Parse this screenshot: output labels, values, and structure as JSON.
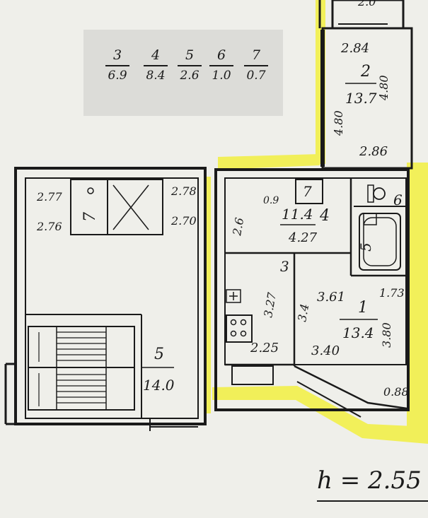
{
  "legend": [
    {
      "room": "3",
      "value": "6.9"
    },
    {
      "room": "4",
      "value": "8.4"
    },
    {
      "room": "5",
      "value": "2.6"
    },
    {
      "room": "6",
      "value": "1.0"
    },
    {
      "room": "7",
      "value": "0.7"
    }
  ],
  "rooms": {
    "room1": {
      "number": "1",
      "area": "13.4"
    },
    "room2": {
      "number": "2",
      "area": "13.7"
    },
    "room3": {
      "number": "3"
    },
    "room4": {
      "number": "4",
      "area": "11.4"
    },
    "room5": {
      "number": "5"
    },
    "room6": {
      "number": "6"
    },
    "room7": {
      "number": "7"
    },
    "stair": {
      "number": "5",
      "area": "14.0"
    }
  },
  "dimensions": {
    "top_room": "2.0",
    "r2_top": "2.84",
    "r2_left": "4.80",
    "r2_right": "4.80",
    "r2_bottom": "2.86",
    "lift_tl": "2.77",
    "lift_bl": "2.76",
    "lift_tr": "2.78",
    "lift_br": "2.70",
    "hall_left": "2.6",
    "hall_a": "0.9",
    "hall_b": "4.27",
    "kitchen_side": "3.27",
    "kitchen_bottom": "2.25",
    "r1_a": "3.61",
    "r1_b": "1.73",
    "r1_c": "3.40",
    "r1_left": "3.4",
    "r1_right": "3.80",
    "r1_d": "0.88"
  },
  "ceiling_height": "h = 2.55",
  "colors": {
    "highlight": "#f2f04a",
    "line": "#1a1a1a",
    "paper": "#efefea"
  }
}
